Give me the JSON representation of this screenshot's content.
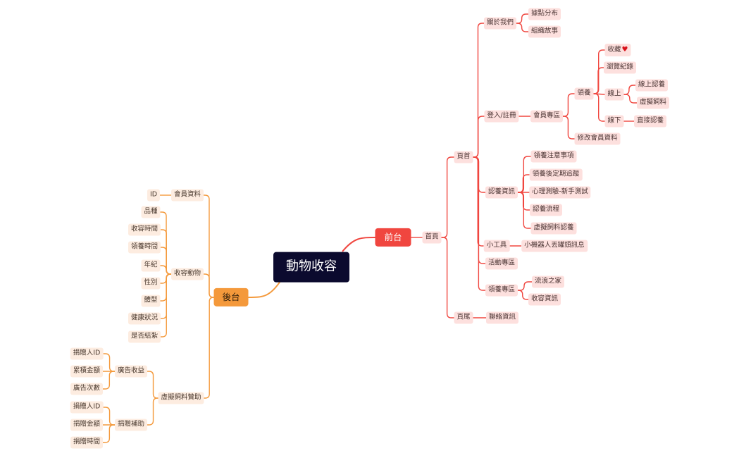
{
  "root": {
    "label": "動物收容"
  },
  "front": {
    "label": "前台",
    "home": {
      "label": "首頁",
      "page_header": {
        "label": "頁首",
        "about": {
          "label": "關於我們",
          "items": [
            "據點分布",
            "組織故事"
          ]
        },
        "login": {
          "label": "登入/註冊",
          "member": {
            "label": "會員專區",
            "adopt": {
              "label": "領養",
              "favorites": "收藏",
              "favorites_icon": "heart-icon",
              "history": "瀏覽紀錄",
              "online": {
                "label": "線上",
                "items": [
                  "線上認養",
                  "虛擬飼料"
                ]
              },
              "offline": {
                "label": "線下",
                "items": [
                  "直接認養"
                ]
              }
            },
            "edit": "修改會員資料"
          }
        },
        "adoption_info": {
          "label": "認養資訊",
          "items": [
            "領養注意事項",
            "領養後定期追蹤",
            "心理測驗-新手測試",
            "認養流程",
            "虛擬飼料認養"
          ]
        },
        "tools": {
          "label": "小工具",
          "items": [
            "小機器人丟罐頭訊息"
          ]
        },
        "events": {
          "label": "活動專區"
        },
        "adoption_zone": {
          "label": "領養專區",
          "items": [
            "流浪之家",
            "收容資訊"
          ]
        }
      },
      "page_footer": {
        "label": "頁尾",
        "items": [
          "聯絡資訊"
        ]
      }
    }
  },
  "back": {
    "label": "後台",
    "member_data": {
      "label": "會員資料",
      "items": [
        "ID"
      ]
    },
    "shelter_animals": {
      "label": "收容動物",
      "items": [
        "品種",
        "收容時間",
        "領養時間",
        "年紀",
        "性別",
        "體型",
        "健康狀況",
        "是否結紮"
      ]
    },
    "feed_sponsor": {
      "label": "虛擬飼料贊助",
      "ad_revenue": {
        "label": "廣告收益",
        "items": [
          "捐贈人ID",
          "累積金額",
          "廣告次數"
        ]
      },
      "donation": {
        "label": "捐贈補助",
        "items": [
          "捐贈人ID",
          "捐贈金額",
          "捐贈時間"
        ]
      }
    }
  },
  "colors": {
    "front_branch": "#f0463f",
    "back_branch": "#f4993b",
    "root": "#0b0a2e",
    "front_node": "#fde0de",
    "back_node": "#fdece0",
    "heart": "#d8121b"
  }
}
